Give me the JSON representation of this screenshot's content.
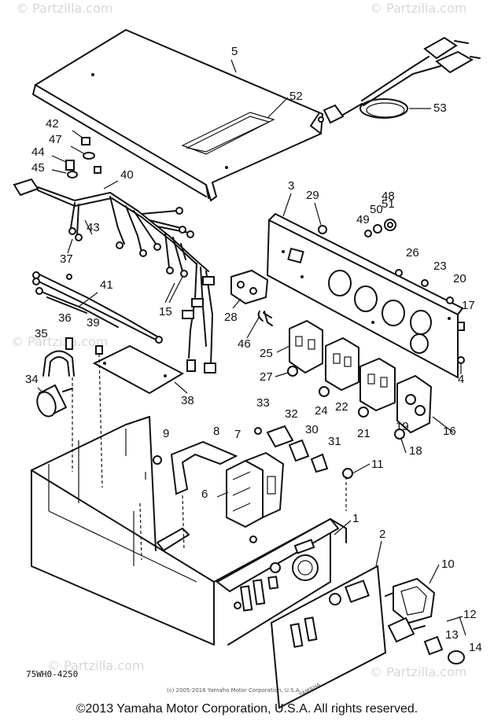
{
  "watermarks": {
    "top": "© Partzilla.com",
    "middle": "© Partzilla.com",
    "bottom": "© Partzilla.com"
  },
  "diagram_code": "75WH0-4250",
  "small_copyright": "(c) 2005-2016 Yamaha Motor Corporation, U.S.A.",
  "copyright": "©2013 Yamaha Motor Corporation, U.S.A. All rights reserved.",
  "panel_brand": "YAMAHA",
  "part_labels": [
    "1",
    "2",
    "3",
    "4",
    "5",
    "6",
    "7",
    "8",
    "9",
    "10",
    "11",
    "12",
    "13",
    "14",
    "15",
    "16",
    "17",
    "18",
    "19",
    "20",
    "21",
    "22",
    "23",
    "24",
    "25",
    "26",
    "27",
    "28",
    "29",
    "30",
    "31",
    "32",
    "33",
    "34",
    "35",
    "36",
    "37",
    "38",
    "39",
    "40",
    "41",
    "42",
    "43",
    "44",
    "45",
    "46",
    "47",
    "48",
    "49",
    "50",
    "51",
    "52",
    "53"
  ]
}
